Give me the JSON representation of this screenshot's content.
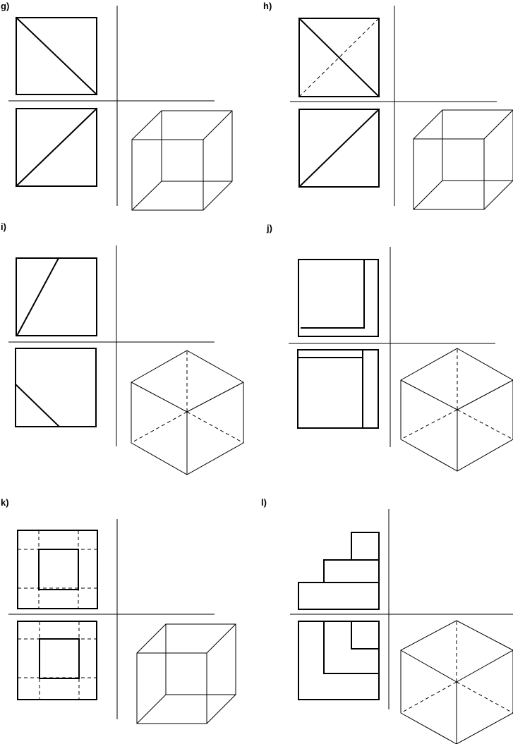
{
  "exercises": [
    {
      "id": "g",
      "label": "g)"
    },
    {
      "id": "h",
      "label": "h)"
    },
    {
      "id": "i",
      "label": "i)"
    },
    {
      "id": "j",
      "label": "j)"
    },
    {
      "id": "k",
      "label": "k)"
    },
    {
      "id": "l",
      "label": "l)"
    }
  ]
}
